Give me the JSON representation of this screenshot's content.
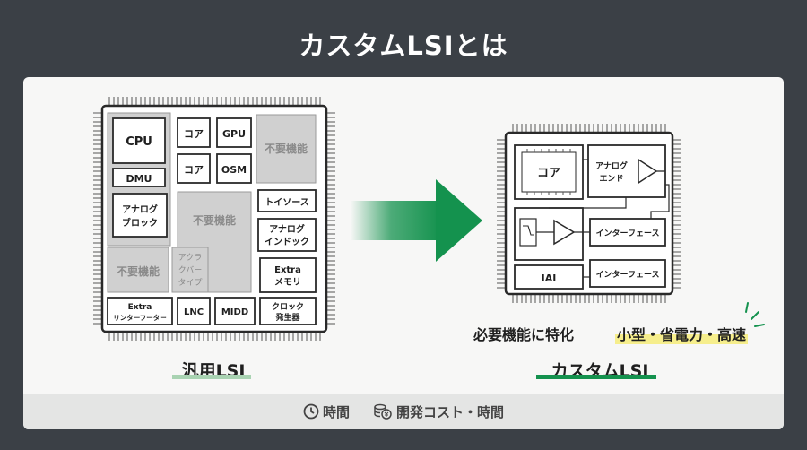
{
  "title": "カスタムLSIとは",
  "general_chip": {
    "cpu": "CPU",
    "dmu": "DMU",
    "analog_block": [
      "アナログ",
      "ブロック"
    ],
    "core1": "コア",
    "core2": "コア",
    "gpu": "GPU",
    "osm": "OSM",
    "unused1": "不要機能",
    "unused2": "不要機能",
    "unused3": "不要機能",
    "tsource": "トイソース",
    "analog_index": [
      "アナログ",
      "インドック"
    ],
    "accelerator": [
      "アクラ",
      "クバー",
      "タイプ"
    ],
    "extra_memory": [
      "Extra",
      "メモリ"
    ],
    "extra_linter": [
      "Extra",
      "リンターフーター"
    ],
    "lnc": "LNC",
    "midd": "MIDD",
    "clock": [
      "クロック",
      "発生器"
    ]
  },
  "general_label": "汎用LSI",
  "custom_chip": {
    "core": "コア",
    "analog_end": [
      "アナログ",
      "エンド"
    ],
    "interface1": "インターフェース",
    "iai": "IAI",
    "interface2": "インターフェース"
  },
  "custom_label": "カスタムLSI",
  "tags": {
    "specialized": "必要機能に特化",
    "benefits": "小型・省電力・高速"
  },
  "footer": {
    "time": "時間",
    "cost_time": "開発コスト・時間"
  },
  "colors": {
    "background": "#3b4046",
    "accent_green": "#14924e",
    "unused_gray": "#d0d0d0",
    "highlight_yellow": "#f6ee8c"
  }
}
